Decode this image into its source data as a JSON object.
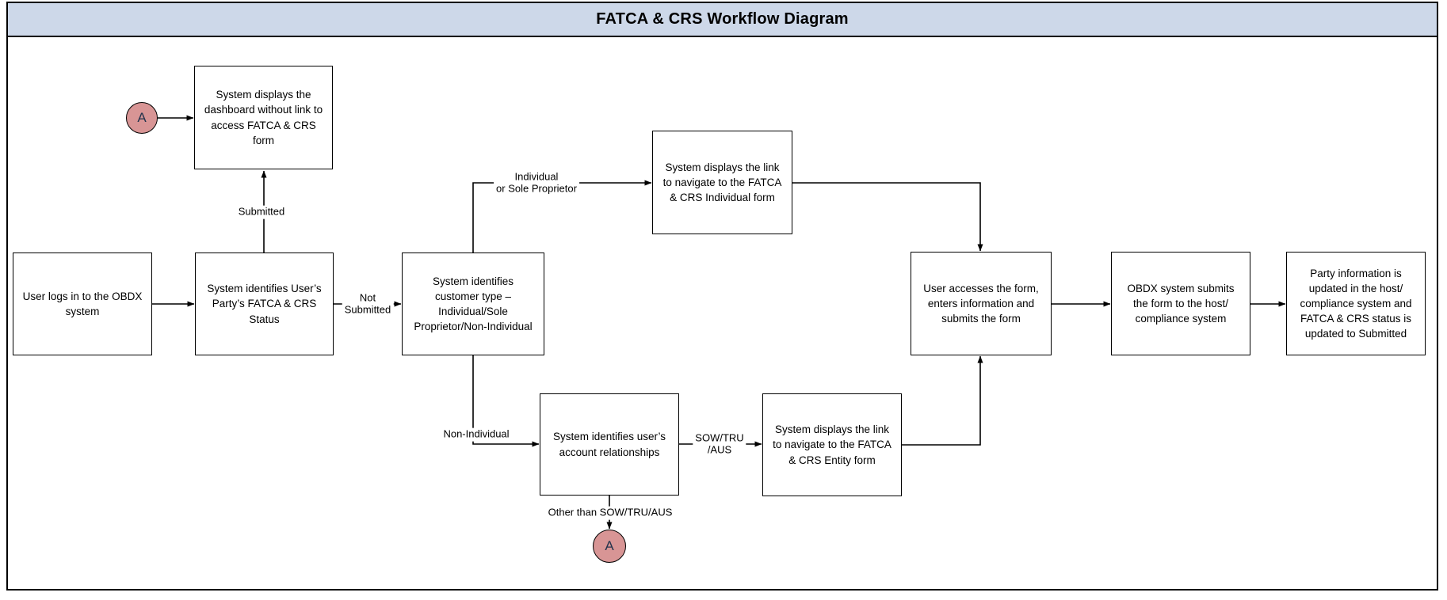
{
  "title": "FATCA & CRS Workflow Diagram",
  "colors": {
    "title_bg": "#cdd8e9",
    "circle_bg": "#d89595",
    "circle_border": "#595959",
    "circle_text": "#24344d"
  },
  "connectors": {
    "top_circle": "A",
    "bottom_circle": "A"
  },
  "nodes": {
    "login": "User logs in to the OBDX system",
    "dashboard": "System displays the dashboard without link to access FATCA & CRS form",
    "status": "System identifies User’s Party’s FATCA & CRS Status",
    "customer_type": "System identifies customer type – Individual/Sole Proprietor/Non-Individual",
    "individual_form": "System displays the link to navigate to the FATCA & CRS Individual form",
    "user_form": "User accesses the form, enters information and submits the form",
    "obdx_submit": "OBDX system submits the form to the host/ compliance system",
    "party_update": "Party information is updated in the host/ compliance system and FATCA & CRS status is updated to Submitted",
    "account_rel": "System identifies user’s account relationships",
    "entity_form": "System displays the link to navigate to the FATCA & CRS Entity form"
  },
  "edge_labels": {
    "submitted": "Submitted",
    "not_submitted": [
      "Not",
      "Submitted"
    ],
    "individual_sole": [
      "Individual",
      "or Sole Proprietor"
    ],
    "non_individual": "Non-Individual",
    "sow_tru_aus": [
      "SOW/TRU",
      "/AUS"
    ],
    "other_than_sow": "Other than SOW/TRU/AUS"
  }
}
